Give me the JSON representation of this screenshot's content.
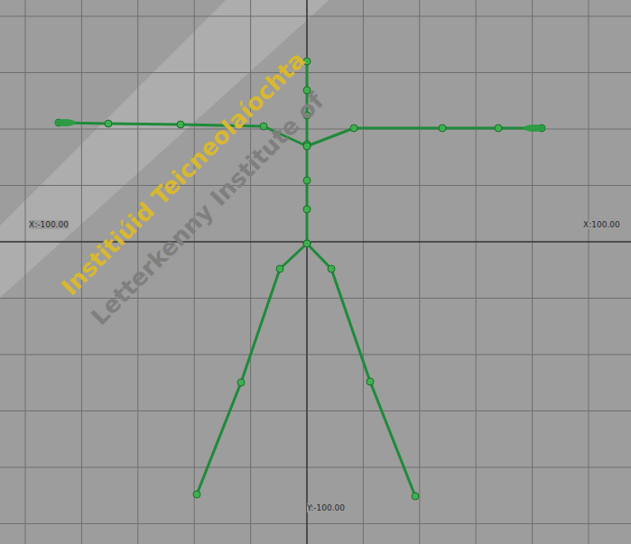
{
  "diagram": {
    "labels": [
      "X:-100.00",
      "X:100.00",
      "Y:-100.00",
      "Institiúid Teicneolaíochta",
      "Letterkenny Institute of"
    ]
  }
}
